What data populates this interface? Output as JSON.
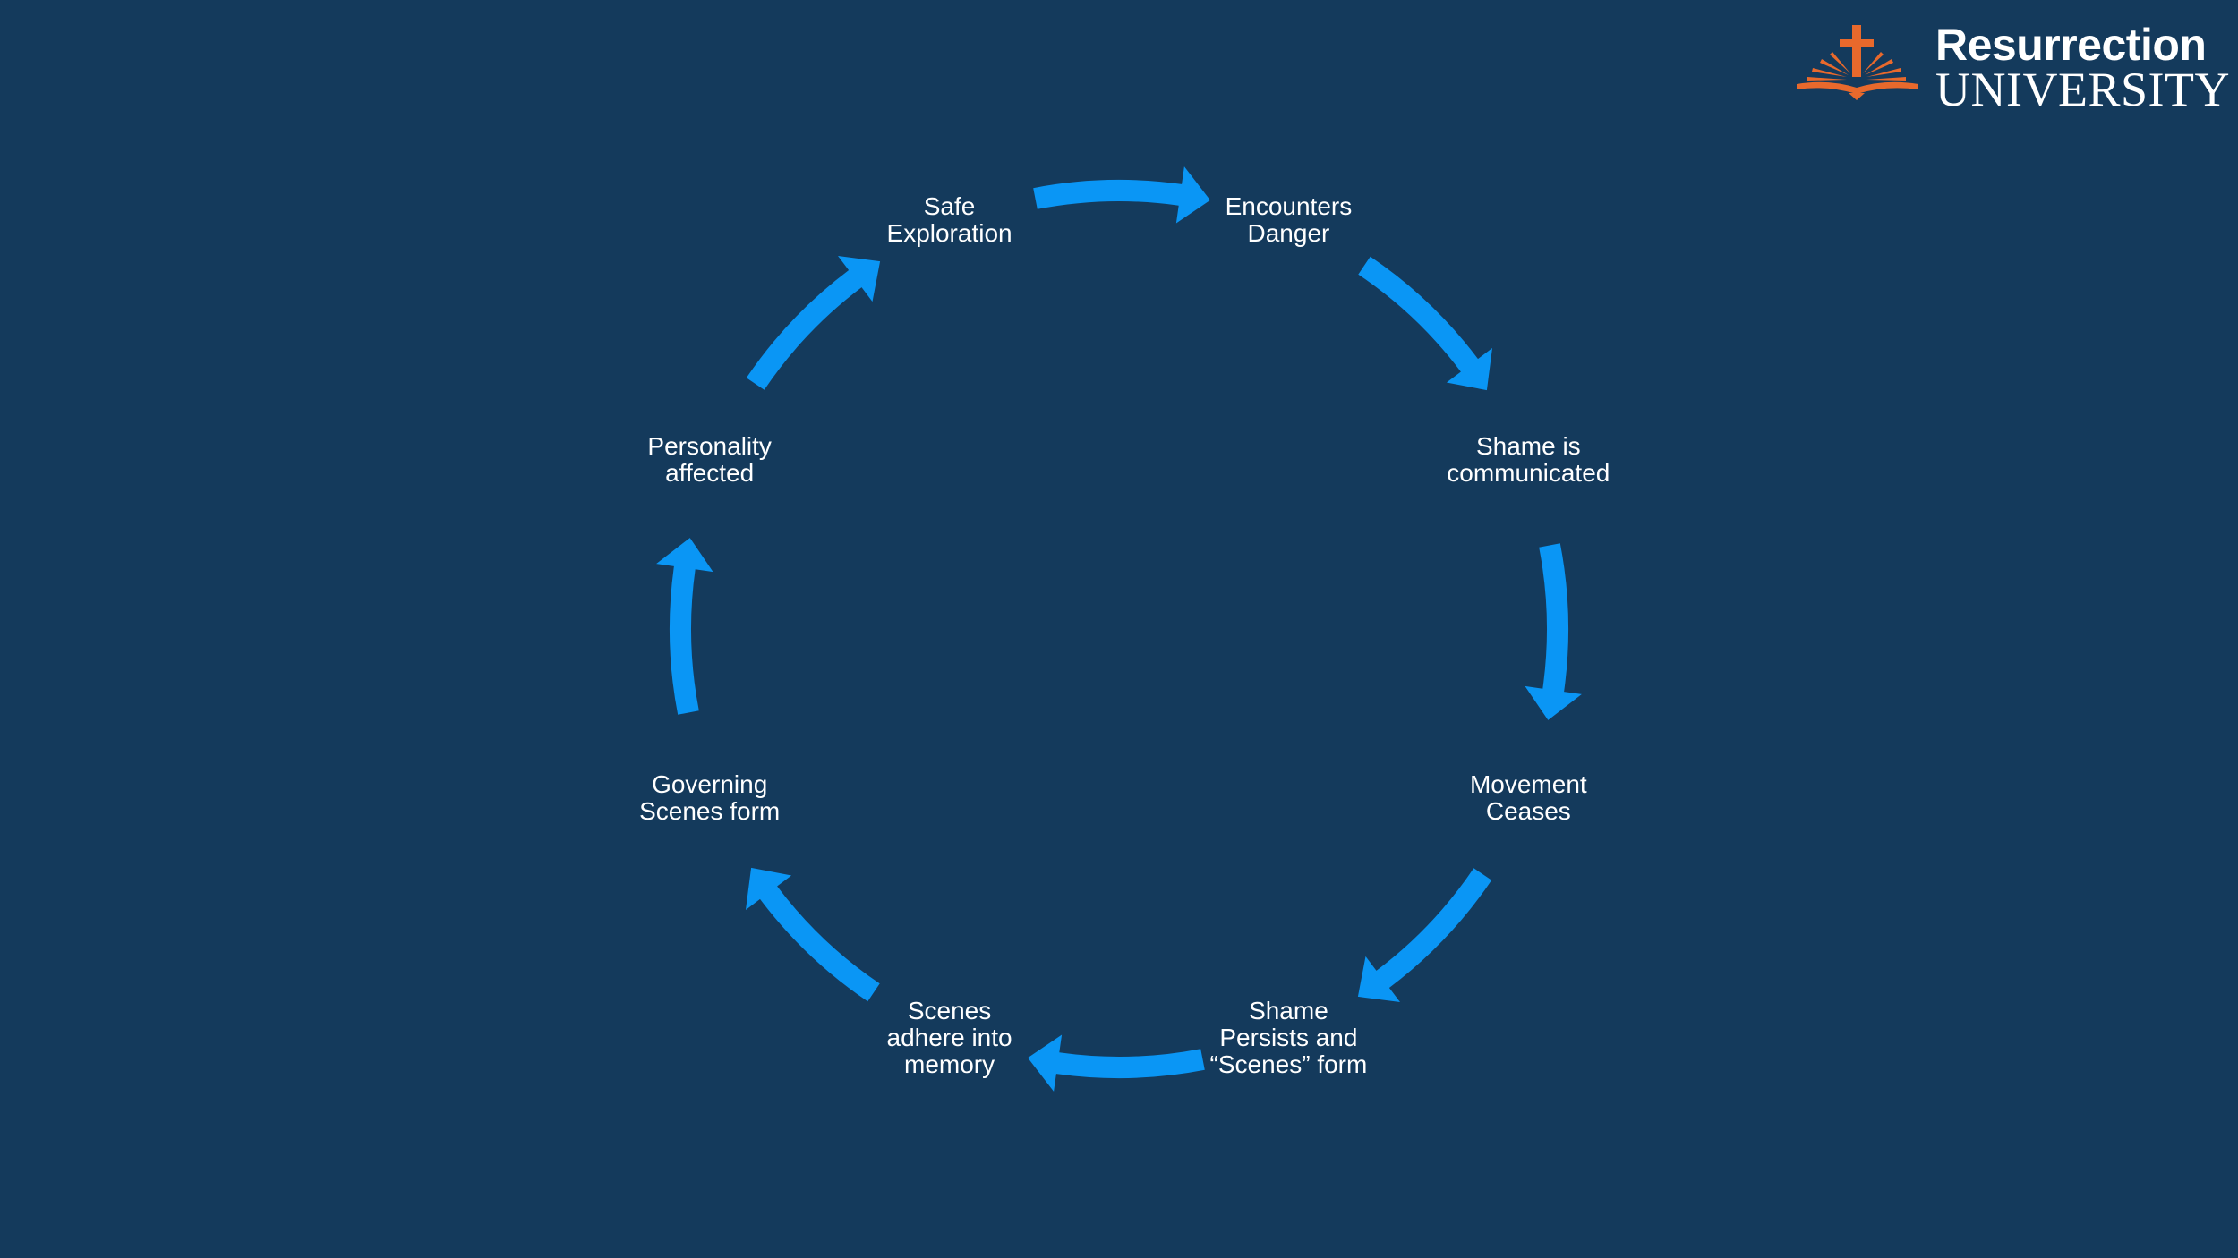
{
  "logo": {
    "line1": "Resurrection",
    "line2": "UNIVERSITY",
    "mark_icon": "cross-over-open-book-icon",
    "mark_color": "#e8692c"
  },
  "colors": {
    "background": "#143a5c",
    "arrow": "#0a96f5",
    "text": "#ffffff"
  },
  "cycle": {
    "nodes": [
      {
        "id": "safe-exploration",
        "label": "Safe\nExploration"
      },
      {
        "id": "encounters-danger",
        "label": "Encounters\nDanger"
      },
      {
        "id": "shame-is-communicated",
        "label": "Shame is\ncommunicated"
      },
      {
        "id": "movement-ceases",
        "label": "Movement\nCeases"
      },
      {
        "id": "shame-persists",
        "label": "Shame\nPersists and\n“Scenes” form"
      },
      {
        "id": "scenes-adhere",
        "label": "Scenes\nadhere into\nmemory"
      },
      {
        "id": "governing-scenes",
        "label": "Governing\nScenes form"
      },
      {
        "id": "personality-affected",
        "label": "Personality\naffected"
      }
    ],
    "direction": "clockwise"
  }
}
